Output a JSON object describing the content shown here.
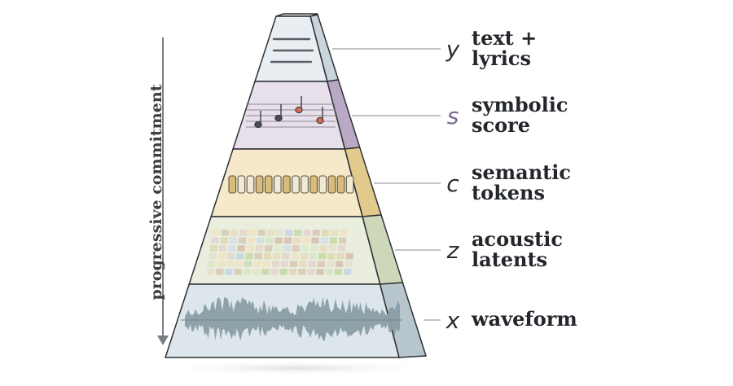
{
  "axis_label": "progressive commitment",
  "layers": [
    {
      "symbol": "y",
      "name_line1": "text +",
      "name_line2": "lyrics",
      "fill": "#e8eef2",
      "side": "#c9d4db"
    },
    {
      "symbol": "s",
      "name_line1": "symbolic",
      "name_line2": "score",
      "fill": "#e7e0ea",
      "side": "#b9a9c4"
    },
    {
      "symbol": "c",
      "name_line1": "semantic",
      "name_line2": "tokens",
      "fill": "#f6e9c9",
      "side": "#e2c98c"
    },
    {
      "symbol": "z",
      "name_line1": "acoustic",
      "name_line2": "latents",
      "fill": "#e9eedf",
      "side": "#cdd8b8"
    },
    {
      "symbol": "x",
      "name_line1": "waveform",
      "name_line2": "",
      "fill": "#dde6ea",
      "side": "#b7c6cd"
    }
  ],
  "colors": {
    "outline": "#2d3035",
    "leader": "#9aa5ad",
    "axis": "#7a7f86",
    "note_dark": "#4a4d52",
    "note_red": "#d46a55",
    "token_light": "#efe9d6",
    "token_dark": "#d9bb7a",
    "wave": "#8a9ea6"
  }
}
